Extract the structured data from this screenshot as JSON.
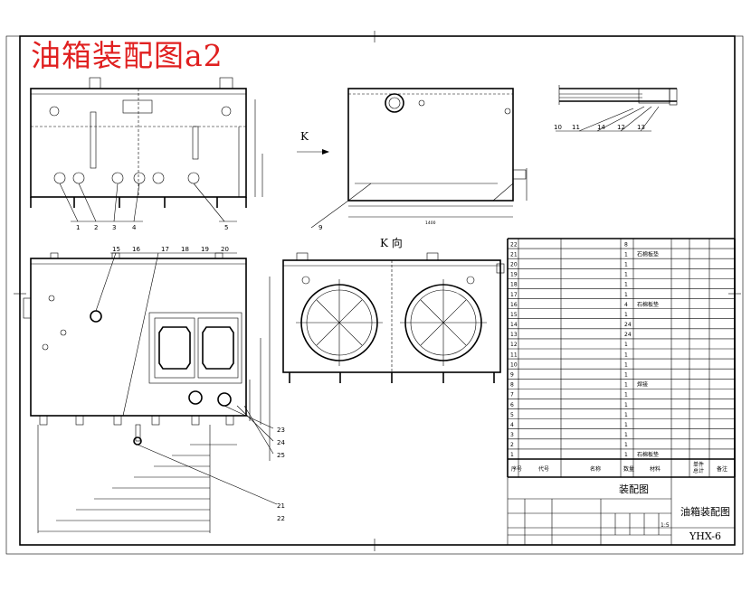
{
  "title": "油箱装配图a2",
  "views": {
    "k_direction_arrow": "K",
    "k_view_title": "K 向"
  },
  "balloons": {
    "front_bottom": [
      "1",
      "2",
      "3",
      "4"
    ],
    "front_right": "5",
    "side_left": "9",
    "detail": [
      "10",
      "11",
      "14",
      "12",
      "13"
    ],
    "top_top": [
      "15",
      "16",
      "17",
      "18",
      "19",
      "20"
    ],
    "top_right": [
      "23",
      "24",
      "25"
    ],
    "top_bottom": [
      "21",
      "22"
    ]
  },
  "side_view_dimension": "1400",
  "parts_list": {
    "headers": {
      "index": "序号",
      "code": "代号",
      "name": "名称",
      "qty": "数量",
      "material": "材料",
      "unit_weight": "单件",
      "total_weight": "总计",
      "note": "备注"
    },
    "rows": [
      {
        "index": "22",
        "qty": "8"
      },
      {
        "index": "21",
        "qty": "1",
        "note": "石棉板垫"
      },
      {
        "index": "20",
        "qty": "1"
      },
      {
        "index": "19",
        "qty": "1"
      },
      {
        "index": "18",
        "qty": "1"
      },
      {
        "index": "17",
        "qty": "1"
      },
      {
        "index": "16",
        "qty": "4",
        "note": "石棉板垫"
      },
      {
        "index": "15",
        "qty": "1"
      },
      {
        "index": "14",
        "qty": "24"
      },
      {
        "index": "13",
        "qty": "24"
      },
      {
        "index": "12",
        "qty": "1"
      },
      {
        "index": "11",
        "qty": "1"
      },
      {
        "index": "10",
        "qty": "1"
      },
      {
        "index": "9",
        "qty": "1"
      },
      {
        "index": "8",
        "qty": "1",
        "note": "焊接"
      },
      {
        "index": "7",
        "qty": "1"
      },
      {
        "index": "6",
        "qty": "1"
      },
      {
        "index": "5",
        "qty": "1"
      },
      {
        "index": "4",
        "qty": "1"
      },
      {
        "index": "3",
        "qty": "1"
      },
      {
        "index": "2",
        "qty": "1"
      },
      {
        "index": "1",
        "qty": "1",
        "note": "石棉板垫"
      }
    ]
  },
  "title_block": {
    "drawing_type": "装配图",
    "drawing_name": "油箱装配图",
    "drawing_code": "YHX-6",
    "scale": "1:5"
  }
}
